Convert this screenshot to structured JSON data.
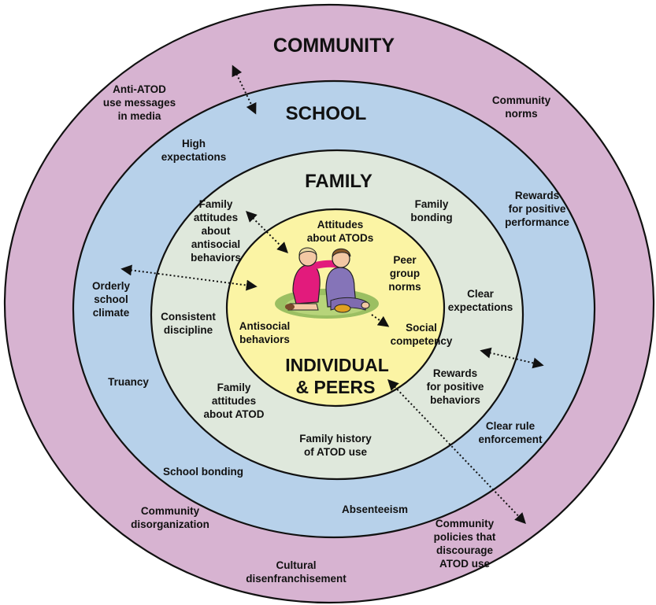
{
  "colors": {
    "community": "#d7b3d1",
    "school": "#b7d1ea",
    "family": "#dfe8dc",
    "individual": "#fbf4a4",
    "outline": "#111111"
  },
  "titles": {
    "community": "COMMUNITY",
    "school": "SCHOOL",
    "family": "FAMILY",
    "individual_line1": "INDIVIDUAL",
    "individual_line2": "& PEERS"
  },
  "community": {
    "anti_atod": [
      "Anti-ATOD",
      "use messages",
      "in media"
    ],
    "community_norms": [
      "Community",
      "norms"
    ],
    "rewards_performance": [
      "Rewards",
      "for positive",
      "performance"
    ],
    "orderly_climate": [
      "Orderly",
      "school",
      "climate"
    ],
    "truancy": [
      "Truancy"
    ],
    "clear_rule": [
      "Clear rule",
      "enforcement"
    ],
    "disorganization": [
      "Community",
      "disorganization"
    ],
    "policies": [
      "Community",
      "policies that",
      "discourage",
      "ATOD use"
    ],
    "disenfranchisement": [
      "Cultural",
      "disenfranchisement"
    ]
  },
  "school": {
    "high_expectations": [
      "High",
      "expectations"
    ],
    "school_bonding": [
      "School bonding"
    ],
    "absenteeism": [
      "Absenteeism"
    ]
  },
  "family": {
    "attitudes_antisocial": [
      "Family",
      "attitudes",
      "about",
      "antisocial",
      "behaviors"
    ],
    "family_bonding": [
      "Family",
      "bonding"
    ],
    "consistent_discipline": [
      "Consistent",
      "discipline"
    ],
    "clear_expectations": [
      "Clear",
      "expectations"
    ],
    "rewards_behaviors": [
      "Rewards",
      "for positive",
      "behaviors"
    ],
    "attitudes_atod": [
      "Family",
      "attitudes",
      "about ATOD"
    ],
    "history": [
      "Family history",
      "of ATOD use"
    ]
  },
  "individual": {
    "attitudes_atods": [
      "Attitudes",
      "about ATODs"
    ],
    "peer_norms": [
      "Peer",
      "group",
      "norms"
    ],
    "antisocial_behaviors": [
      "Antisocial",
      "behaviors"
    ],
    "social_competency": [
      "Social",
      "competency"
    ]
  }
}
